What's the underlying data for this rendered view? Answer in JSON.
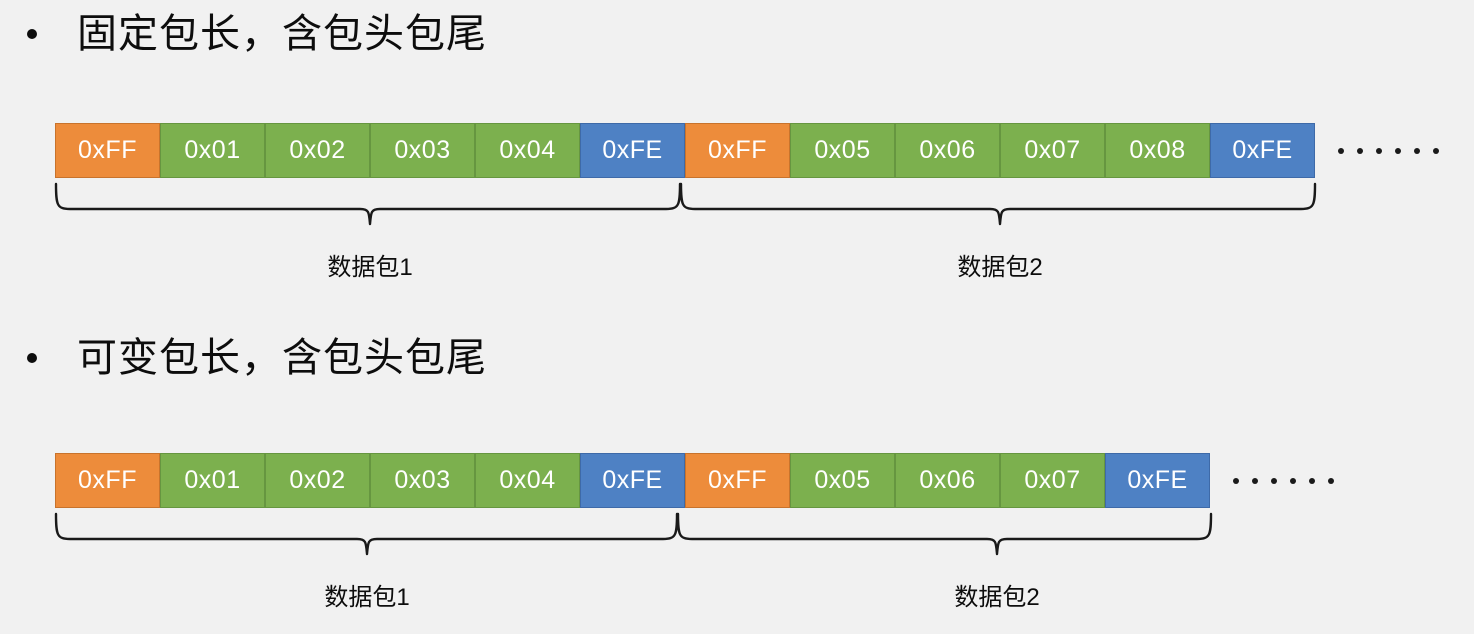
{
  "page": {
    "background": "#f1f1f1",
    "text_color": "#0d0d0d"
  },
  "colors": {
    "header_cell": "#ED8C3B",
    "body_cell": "#7CB04E",
    "tail_cell": "#4E81C4",
    "cell_text": "#ffffff",
    "brace": "#1a1a1a"
  },
  "sections": [
    {
      "id": "fixed-length",
      "heading": "固定包长，含包头包尾",
      "bullet": "•",
      "cells": [
        {
          "label": "0xFF",
          "role": "head"
        },
        {
          "label": "0x01",
          "role": "body"
        },
        {
          "label": "0x02",
          "role": "body"
        },
        {
          "label": "0x03",
          "role": "body"
        },
        {
          "label": "0x04",
          "role": "body"
        },
        {
          "label": "0xFE",
          "role": "tail"
        },
        {
          "label": "0xFF",
          "role": "head"
        },
        {
          "label": "0x05",
          "role": "body"
        },
        {
          "label": "0x06",
          "role": "body"
        },
        {
          "label": "0x07",
          "role": "body"
        },
        {
          "label": "0x08",
          "role": "body"
        },
        {
          "label": "0xFE",
          "role": "tail"
        }
      ],
      "ellipsis_dots": 6,
      "brace_labels": [
        "数据包1",
        "数据包2"
      ]
    },
    {
      "id": "variable-length",
      "heading": "可变包长，含包头包尾",
      "bullet": "•",
      "cells": [
        {
          "label": "0xFF",
          "role": "head"
        },
        {
          "label": "0x01",
          "role": "body"
        },
        {
          "label": "0x02",
          "role": "body"
        },
        {
          "label": "0x03",
          "role": "body"
        },
        {
          "label": "0x04",
          "role": "body"
        },
        {
          "label": "0xFE",
          "role": "tail"
        },
        {
          "label": "0xFF",
          "role": "head"
        },
        {
          "label": "0x05",
          "role": "body"
        },
        {
          "label": "0x06",
          "role": "body"
        },
        {
          "label": "0x07",
          "role": "body"
        },
        {
          "label": "0xFE",
          "role": "tail"
        }
      ],
      "ellipsis_dots": 6,
      "brace_labels": [
        "数据包1",
        "数据包2"
      ]
    }
  ]
}
